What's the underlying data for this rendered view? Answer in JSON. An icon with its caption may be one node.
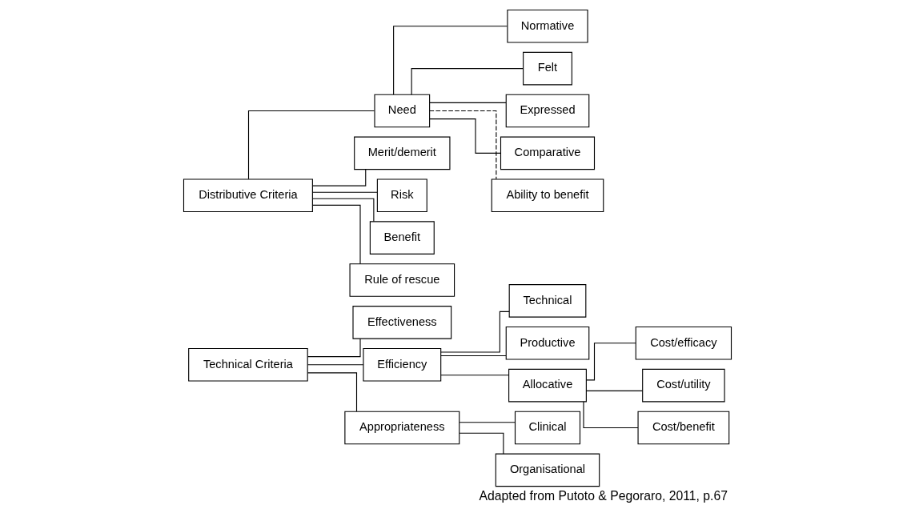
{
  "diagram": {
    "caption": "Adapted from Putoto & Pegoraro, 2011, p.67",
    "nodes": [
      {
        "text": [
          "Technical Criteria"
        ]
      },
      {
        "text": [
          "Effectiveness"
        ]
      },
      {
        "text": [
          "Efficiency"
        ]
      },
      {
        "text": [
          "Appropriateness"
        ]
      },
      {
        "text": [
          "Technical"
        ]
      },
      {
        "text": [
          "Productive"
        ]
      },
      {
        "text": [
          "Allocative"
        ]
      },
      {
        "text": [
          "Cost/efficacy"
        ]
      },
      {
        "text": [
          "Cost/utility"
        ]
      },
      {
        "text": [
          "Cost/benefit"
        ]
      },
      {
        "text": [
          "Clinical"
        ]
      },
      {
        "text": [
          "Organisational"
        ]
      },
      {
        "text": [
          "Distributive Criteria"
        ]
      },
      {
        "text": [
          "Need"
        ]
      },
      {
        "text": [
          "Merit/demerit"
        ]
      },
      {
        "text": [
          "Risk"
        ]
      },
      {
        "text": [
          "Benefit"
        ]
      },
      {
        "text": [
          "Rule of rescue"
        ]
      },
      {
        "text": [
          "Normative"
        ]
      },
      {
        "text": [
          "Felt"
        ]
      },
      {
        "text": [
          "Expressed"
        ]
      },
      {
        "text": [
          "Comparative"
        ]
      },
      {
        "text": [
          "Ability to benefit"
        ]
      }
    ],
    "edges": [
      {
        "from": 0,
        "to": 1,
        "arrow": "none"
      },
      {
        "from": 0,
        "to": 2,
        "arrow": "none"
      },
      {
        "from": 0,
        "to": 3,
        "arrow": "none"
      },
      {
        "from": 2,
        "to": 4,
        "arrow": "none"
      },
      {
        "from": 2,
        "to": 5,
        "arrow": "none"
      },
      {
        "from": 2,
        "to": 6,
        "arrow": "none"
      },
      {
        "from": 6,
        "to": 7,
        "arrow": "none"
      },
      {
        "from": 6,
        "to": 8,
        "arrow": "none"
      },
      {
        "from": 6,
        "to": 9,
        "arrow": "none"
      },
      {
        "from": 3,
        "to": 10,
        "arrow": "none"
      },
      {
        "from": 3,
        "to": 11,
        "arrow": "none"
      },
      {
        "from": 12,
        "to": 13,
        "arrow": "none"
      },
      {
        "from": 12,
        "to": 14,
        "arrow": "none"
      },
      {
        "from": 12,
        "to": 15,
        "arrow": "none"
      },
      {
        "from": 12,
        "to": 16,
        "arrow": "none"
      },
      {
        "from": 12,
        "to": 17,
        "arrow": "none"
      },
      {
        "from": 13,
        "to": 18,
        "arrow": "none"
      },
      {
        "from": 13,
        "to": 19,
        "arrow": "none"
      },
      {
        "from": 13,
        "to": 20,
        "arrow": "none"
      },
      {
        "from": 13,
        "to": 21,
        "arrow": "none"
      },
      {
        "from": 13,
        "to": 22,
        "arrow": "none",
        "style": "dashed"
      }
    ]
  }
}
